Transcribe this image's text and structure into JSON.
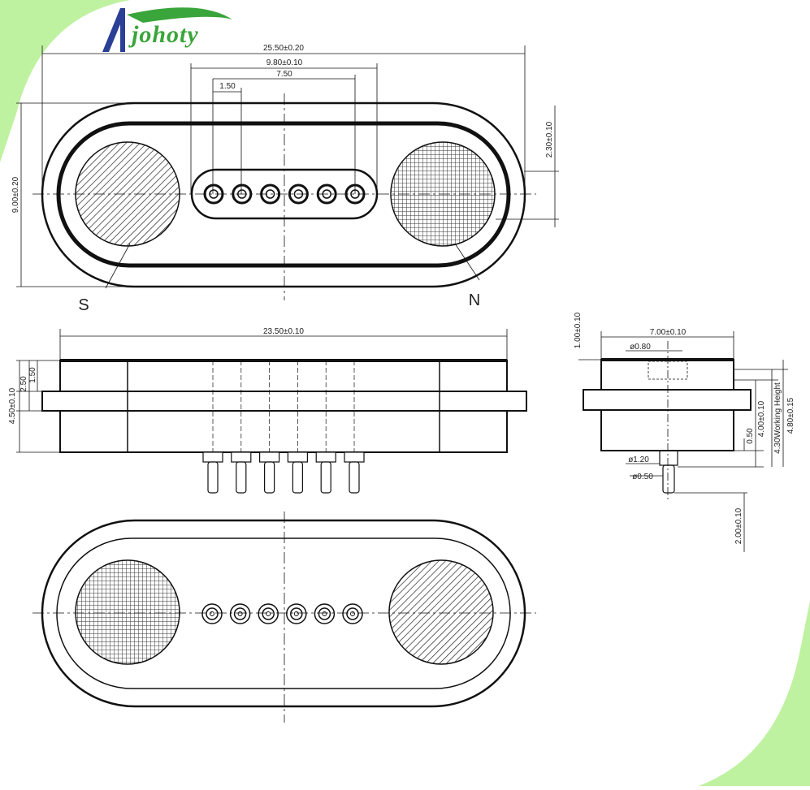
{
  "brand": {
    "name": "johoty",
    "accent": "#3aa53a",
    "logo_blue": "#2b3f96",
    "bg_green": "#bff2a0"
  },
  "top_view": {
    "dims": {
      "overall_length": "25.50±0.20",
      "pin_span_outer": "9.80±0.10",
      "pin_span": "7.50",
      "pin_pitch": "1.50",
      "overall_width": "9.00±0.20",
      "magnet_offset": "2.30±0.10"
    },
    "labels": {
      "south": "S",
      "north": "N"
    },
    "pin_count": 6
  },
  "front_view": {
    "dims": {
      "flange_length": "23.50±0.10",
      "total_height": "4.50±0.10",
      "flange_thickness": "2.50",
      "flange_offset": "1.50"
    }
  },
  "side_view": {
    "dims": {
      "body_width": "7.00±0.10",
      "top_offset": "1.00±0.10",
      "pin_head_dia": "ø0.80",
      "pin_dia_large": "ø1.20",
      "pin_dia_small": "ø0.50",
      "pin_gap": "0.50",
      "body_height": "4.00±0.10",
      "working_height": "4.30Working Height",
      "total_height": "4.80±0.15",
      "pin_length": "2.00±0.10"
    }
  },
  "bottom_view": {
    "pin_count": 6
  }
}
